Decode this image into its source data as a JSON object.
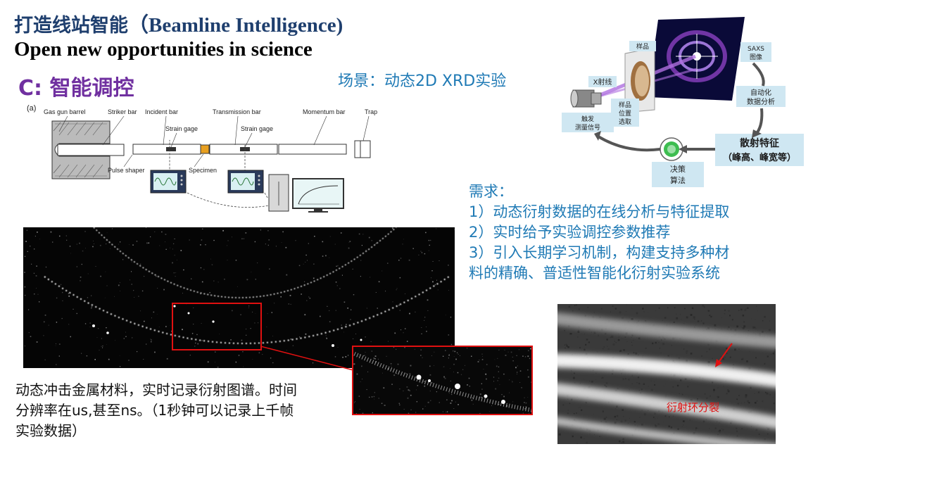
{
  "header": {
    "title_cn": "打造线站智能",
    "title_en": "（Beamline Intelligence)",
    "subtitle": "Open new opportunities in science"
  },
  "section": {
    "label": "C: 智能调控"
  },
  "scene": {
    "label": "场景：动态2D XRD实验"
  },
  "shpb_diagram": {
    "panel_label": "(a)",
    "labels": {
      "gas_gun_barrel": "Gas gun barrel",
      "striker_bar": "Striker bar",
      "incident_bar": "Incident bar",
      "transmission_bar": "Transmission bar",
      "momentum_bar": "Momentum bar",
      "trap": "Trap",
      "strain_gage_1": "Strain gage",
      "strain_gage_2": "Strain gage",
      "pulse_shaper": "Pulse shaper",
      "specimen": "Specimen"
    }
  },
  "workflow_diagram": {
    "sample": "样品",
    "xray": "X射线",
    "saxs_line1": "SAXS",
    "saxs_line2": "图像",
    "auto_line1": "自动化",
    "auto_line2": "数据分析",
    "position_line1": "样品",
    "position_line2": "位置",
    "position_line3": "选取",
    "trigger_line1": "触发",
    "trigger_line2": "测量信号",
    "feature_line1": "散射特征",
    "feature_line2": "（峰高、峰宽等）",
    "decision_line1": "决策",
    "decision_line2": "算法"
  },
  "requirements": {
    "heading": "需求：",
    "items": [
      "1）动态衍射数据的在线分析与特征提取",
      "2）实时给予实验调控参数推荐",
      "3）引入长期学习机制，构建支持多种材",
      "料的精确、普适性智能化衍射实验系统"
    ]
  },
  "caption": {
    "lines": [
      "动态冲击金属材料，实时记录衍射图谱。时间",
      "分辨率在us,甚至ns。（1秒钟可以记录上千帧",
      "实验数据）"
    ]
  },
  "ring_split": {
    "label": "衍射环分裂"
  },
  "colors": {
    "title": "#1f3f6e",
    "section": "#7030a0",
    "blue_text": "#1f7ab5",
    "highlight": "#e01010",
    "diagram_box": "#cfe7f2"
  }
}
